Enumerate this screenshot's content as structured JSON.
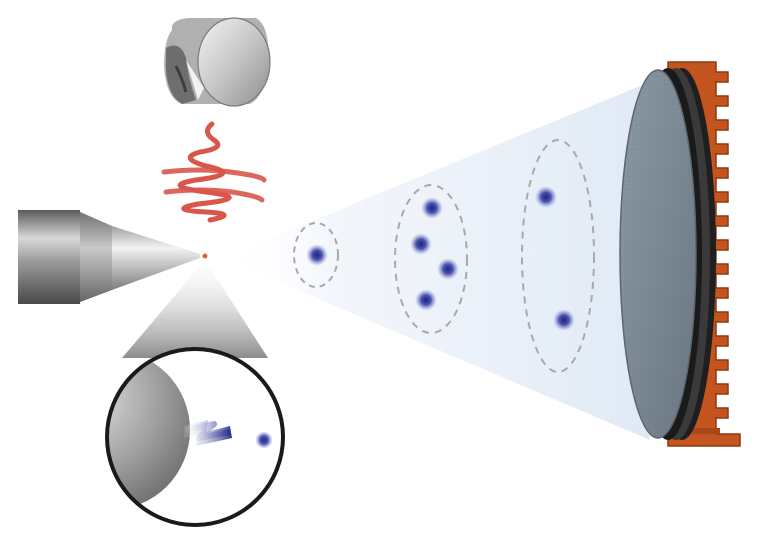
{
  "diagram": {
    "description_text": "",
    "colors": {
      "background": "#ffffff",
      "laser_pulse": "#d9574a",
      "ion": "#2a2f8f",
      "detector_copper": "#c4551f",
      "detector_face": "#7d8c96",
      "cone_light": "#e6eef8",
      "cluster_outline": "#a9a9a9",
      "tip_metal": "#8c8c8c"
    },
    "icons": {
      "lens": "objective-lens-icon",
      "laser": "laser-pulse-icon",
      "tip": "needle-tip-icon",
      "zoom": "magnifier-inset-icon",
      "detector": "position-sensitive-detector-icon"
    },
    "clusters": [
      {
        "ions": 1
      },
      {
        "ions": 4
      },
      {
        "ions": 2
      }
    ]
  }
}
